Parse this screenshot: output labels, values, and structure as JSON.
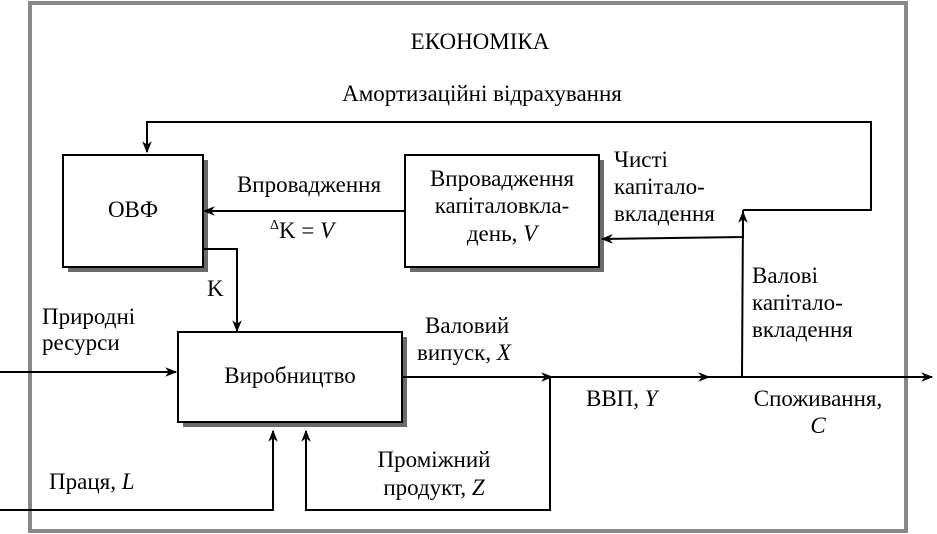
{
  "title": "ЕКОНОМІКА",
  "labels": {
    "amortization": "Амортизаційні відрахування",
    "ovf": "ОВФ",
    "vprovadzhennia": "Впровадження",
    "delta_symbol": "Δ",
    "delta_k": "K = ",
    "v_var": "V",
    "invest_box_line1": "Впровадження",
    "invest_box_line2": "капіталовкла-",
    "invest_box_line3": "день, ",
    "invest_box_var": "V",
    "net_line1": "Чисті",
    "net_line2": "капітало-",
    "net_line3": "вкладення",
    "k": "K",
    "gross_inv_line1": "Валові",
    "gross_inv_line2": "капітало-",
    "gross_inv_line3": "вкладення",
    "natural_line1": "Природні",
    "natural_line2": "ресурси",
    "production": "Виробництво",
    "gross_out_line1": "Валовий",
    "gross_out_line2": "випуск, ",
    "gross_out_var": "X",
    "gdp": "ВВП, ",
    "gdp_var": "Y",
    "consumption": "Споживання,",
    "consumption_var": "C",
    "labor": "Праця, ",
    "labor_var": "L",
    "intermediate_line1": "Проміжний",
    "intermediate_line2": "продукт, ",
    "intermediate_var": "Z"
  }
}
